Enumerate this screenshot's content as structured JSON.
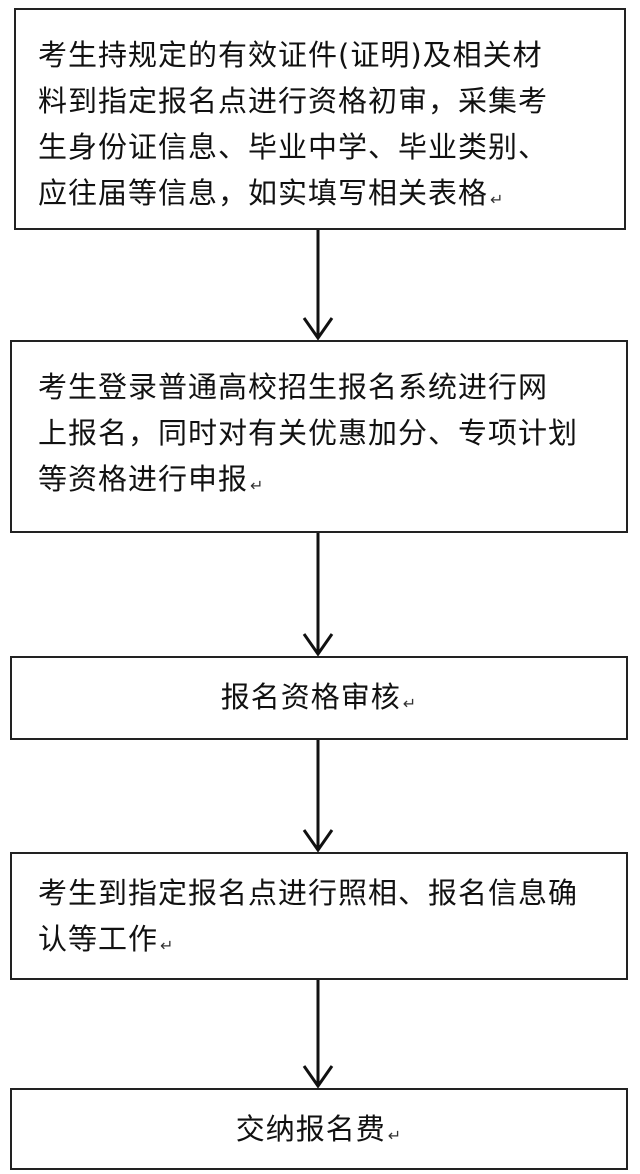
{
  "flowchart": {
    "steps": [
      {
        "id": "step-1",
        "text": "考生持规定的有效证件(证明)及相关材料到指定报名点进行资格初审，采集考生身份证信息、毕业中学、毕业类别、应往届等信息，如实填写相关表格",
        "lines": [
          "考生持规定的有效证件(证明)及相关材",
          "料到指定报名点进行资格初审，采集考",
          "生身份证信息、毕业中学、毕业类别、",
          "应往届等信息，如实填写相关表格"
        ]
      },
      {
        "id": "step-2",
        "text": "考生登录普通高校招生报名系统进行网上报名，同时对有关优惠加分、专项计划等资格进行申报",
        "lines": [
          "考生登录普通高校招生报名系统进行网",
          "上报名，同时对有关优惠加分、专项计划",
          "等资格进行申报"
        ]
      },
      {
        "id": "step-3",
        "text": "报名资格审核",
        "lines": [
          "报名资格审核"
        ]
      },
      {
        "id": "step-4",
        "text": "考生到指定报名点进行照相、报名信息确认等工作",
        "lines": [
          "考生到指定报名点进行照相、报名信息确",
          "认等工作"
        ]
      },
      {
        "id": "step-5",
        "text": "交纳报名费",
        "lines": [
          "交纳报名费"
        ]
      }
    ],
    "paragraph_mark": "↵",
    "colors": {
      "border": "#222222",
      "arrow": "#111111",
      "text": "#111111"
    }
  }
}
